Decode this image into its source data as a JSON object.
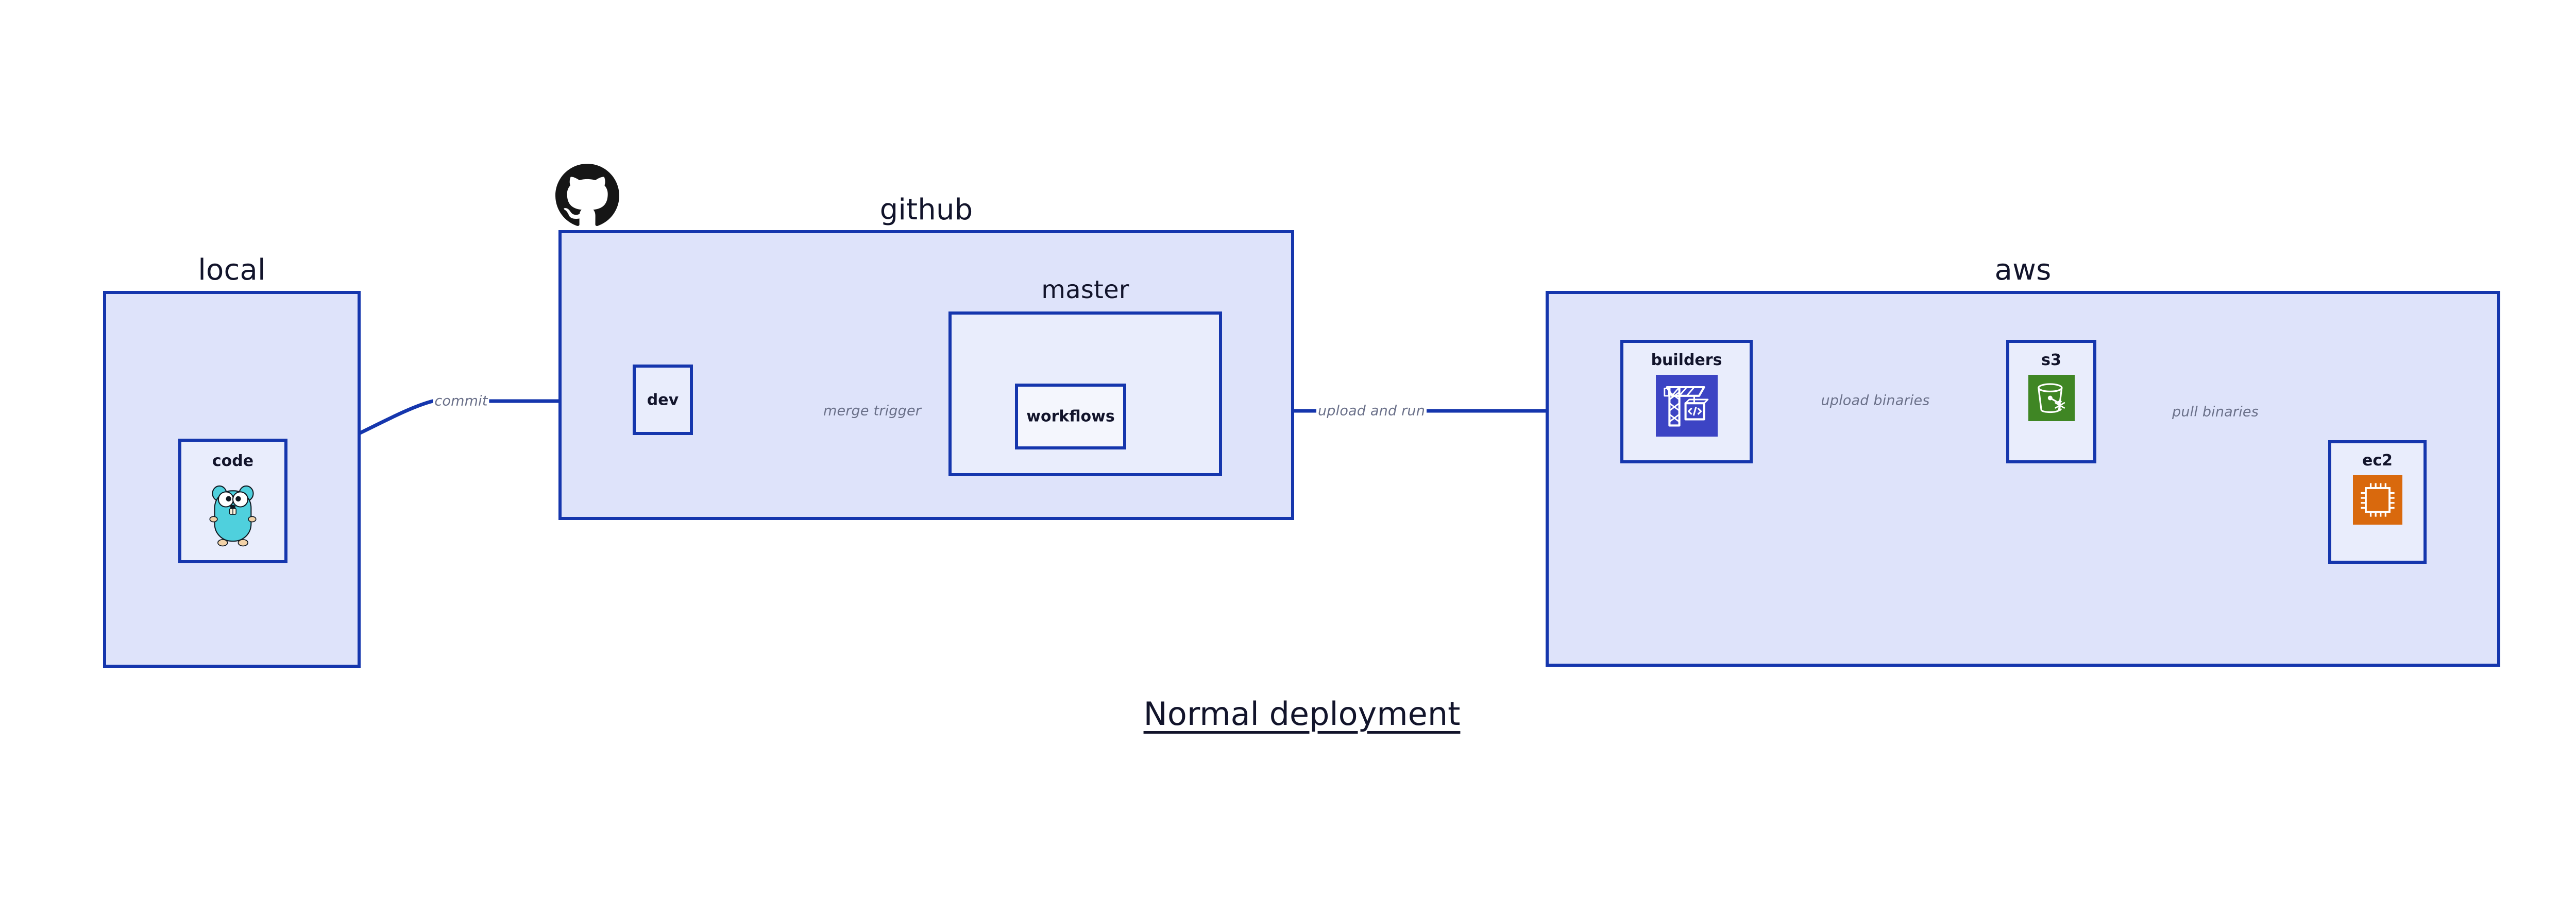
{
  "caption": "Normal deployment",
  "colors": {
    "group_fill": "#dee3fa",
    "node_fill": "#e9edfc",
    "leaf_fill": "#f4f6fd",
    "border": "#1536ad",
    "label_text": "#12142b",
    "edge_label_text": "#6a7089",
    "builders_icon": "#3c44c4",
    "s3_icon": "#3f8624",
    "ec2_icon": "#d9690d",
    "gopher_body": "#4fd0dd",
    "octocat": "#161616"
  },
  "groups": [
    {
      "id": "local",
      "label": "local"
    },
    {
      "id": "github",
      "label": "github"
    },
    {
      "id": "aws",
      "label": "aws"
    }
  ],
  "subgroups": [
    {
      "id": "master",
      "label": "master"
    }
  ],
  "nodes": [
    {
      "id": "code",
      "label": "code",
      "icon": "go-gopher-icon"
    },
    {
      "id": "dev",
      "label": "dev",
      "icon": null
    },
    {
      "id": "workflows",
      "label": "workflows",
      "icon": null
    },
    {
      "id": "builders",
      "label": "builders",
      "icon": "aws-crane-code-icon"
    },
    {
      "id": "s3",
      "label": "s3",
      "icon": "aws-s3-bucket-icon"
    },
    {
      "id": "ec2",
      "label": "ec2",
      "icon": "aws-ec2-chip-icon"
    }
  ],
  "edges": [
    {
      "id": "commit",
      "label": "commit",
      "from": "code",
      "to": "dev"
    },
    {
      "id": "merge-trigger",
      "label": "merge trigger",
      "from": "dev",
      "to": "workflows"
    },
    {
      "id": "upload-and-run",
      "label": "upload and run",
      "from": "workflows",
      "to": "builders"
    },
    {
      "id": "upload-binaries",
      "label": "upload binaries",
      "from": "builders",
      "to": "s3"
    },
    {
      "id": "pull-binaries",
      "label": "pull binaries",
      "from": "s3",
      "to": "ec2"
    }
  ]
}
